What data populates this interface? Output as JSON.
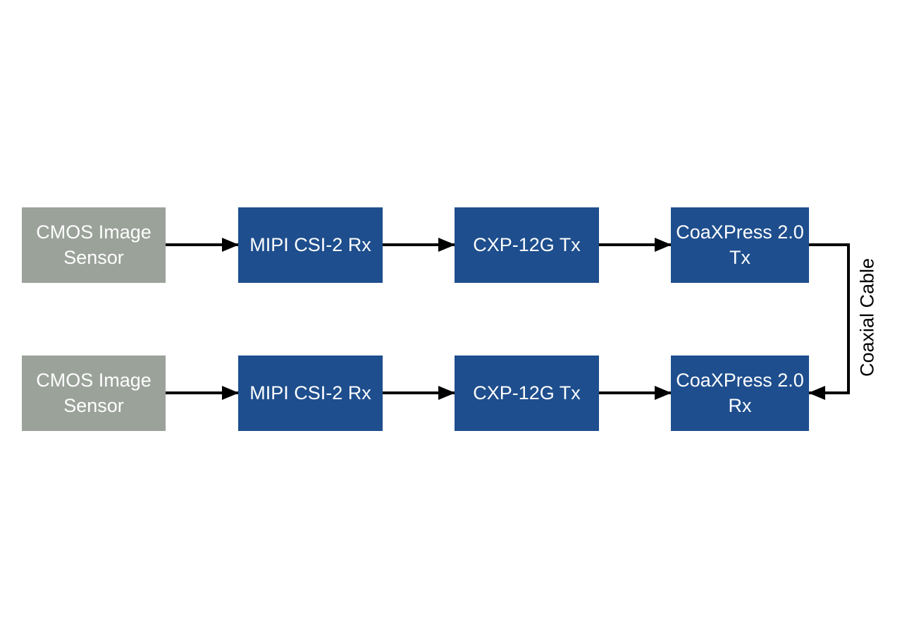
{
  "diagram": {
    "colors": {
      "background": "#ffffff",
      "block_blue": "#1e4e8d",
      "block_gray": "#9ba29a",
      "block_text": "#ffffff",
      "connector": "#000000",
      "cable_label_text": "#000000"
    },
    "rows": [
      {
        "boxes": [
          {
            "lines": [
              "CMOS Image",
              "Sensor"
            ]
          },
          {
            "lines": [
              "MIPI CSI-2 Rx"
            ]
          },
          {
            "lines": [
              "CXP-12G Tx"
            ]
          },
          {
            "lines": [
              "CoaXPress 2.0",
              "Tx"
            ]
          }
        ]
      },
      {
        "boxes": [
          {
            "lines": [
              "CMOS Image",
              "Sensor"
            ]
          },
          {
            "lines": [
              "MIPI CSI-2 Rx"
            ]
          },
          {
            "lines": [
              "CXP-12G Tx"
            ]
          },
          {
            "lines": [
              "CoaXPress 2.0",
              "Rx"
            ]
          }
        ]
      }
    ],
    "cable_label": "Coaxial Cable"
  }
}
